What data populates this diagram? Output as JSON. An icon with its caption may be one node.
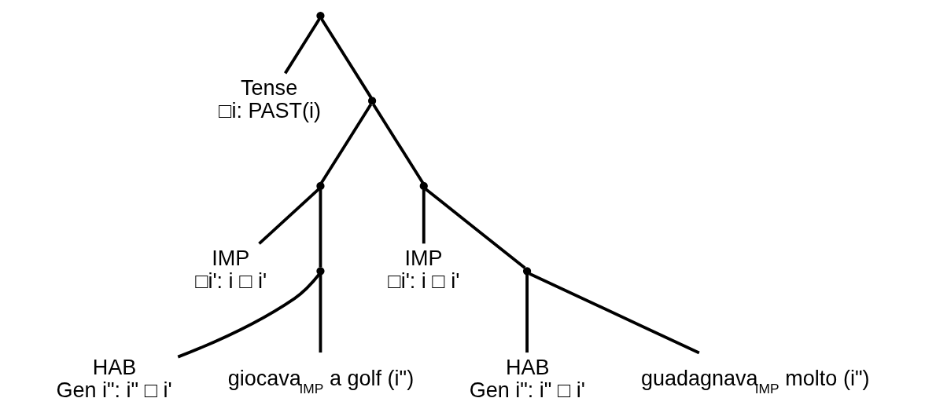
{
  "diagram": {
    "nodes": [
      {
        "text": [],
        "shape": "point"
      },
      {
        "text": [
          "Tense",
          "□i: PAST(i)"
        ]
      },
      {
        "text": [],
        "shape": "point"
      },
      {
        "text": [],
        "shape": "point"
      },
      {
        "text": [],
        "shape": "point"
      },
      {
        "text": [
          "IMP",
          "□i': i □ i'"
        ]
      },
      {
        "text": [],
        "shape": "point"
      },
      {
        "text": [
          "IMP",
          "□i': i □ i'"
        ]
      },
      {
        "text": [],
        "shape": "point"
      },
      {
        "text": [
          "HAB",
          "Gen i\": i\" □ i'"
        ]
      },
      {
        "text": [
          "giocava$_{IMP}$ a golf (i\")"
        ]
      },
      {
        "text": [
          "HAB",
          "Gen i\": i\" □ i'"
        ]
      },
      {
        "text": [
          "guadagnava$_{IMP}$ molto (i\")"
        ]
      }
    ],
    "edges": [
      {
        "from": 0,
        "to": 1,
        "arrow": "none"
      },
      {
        "from": 0,
        "to": 2,
        "arrow": "none"
      },
      {
        "from": 2,
        "to": 3,
        "arrow": "none"
      },
      {
        "from": 2,
        "to": 4,
        "arrow": "none"
      },
      {
        "from": 3,
        "to": 5,
        "arrow": "none"
      },
      {
        "from": 3,
        "to": 6,
        "arrow": "none"
      },
      {
        "from": 4,
        "to": 7,
        "arrow": "none"
      },
      {
        "from": 4,
        "to": 8,
        "arrow": "none"
      },
      {
        "from": 6,
        "to": 9,
        "arrow": "none"
      },
      {
        "from": 6,
        "to": 10,
        "arrow": "none"
      },
      {
        "from": 8,
        "to": 11,
        "arrow": "none"
      },
      {
        "from": 8,
        "to": 12,
        "arrow": "none"
      }
    ]
  }
}
